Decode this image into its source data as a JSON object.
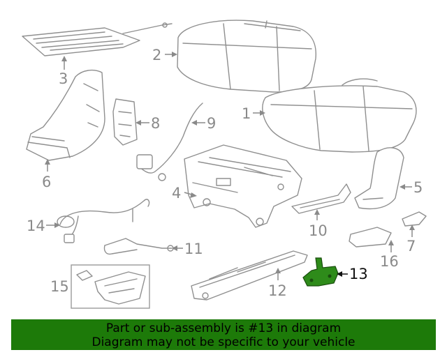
{
  "callouts": {
    "c1": "1",
    "c2": "2",
    "c3": "3",
    "c4": "4",
    "c5": "5",
    "c6": "6",
    "c7": "7",
    "c8": "8",
    "c9": "9",
    "c10": "10",
    "c11": "11",
    "c12": "12",
    "c13": "13",
    "c14": "14",
    "c15": "15",
    "c16": "16"
  },
  "highlight": {
    "part_number": "13",
    "color": "#2e8b1a"
  },
  "banner": {
    "line1": "Part or sub-assembly is #13 in diagram",
    "line2": "Diagram may not be specific to your vehicle",
    "background": "#1d7a09"
  }
}
